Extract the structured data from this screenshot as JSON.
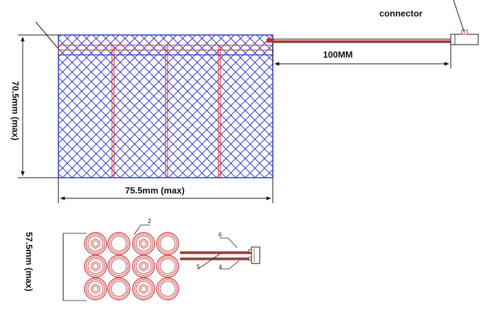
{
  "labels": {
    "connector": "connector",
    "wire_length": "100MM",
    "height": "70.5mm  (max)",
    "width": "75.5mm   (max)",
    "depth": "57.5mm  (max)"
  },
  "callouts": {
    "c2": "2",
    "c4": "4",
    "c5": "5",
    "c6": "6"
  },
  "colors": {
    "pack_blue": "#2b33c8",
    "wire_red": "#cc2a2a",
    "cell_red": "#c9484a",
    "line_black": "#111111"
  }
}
